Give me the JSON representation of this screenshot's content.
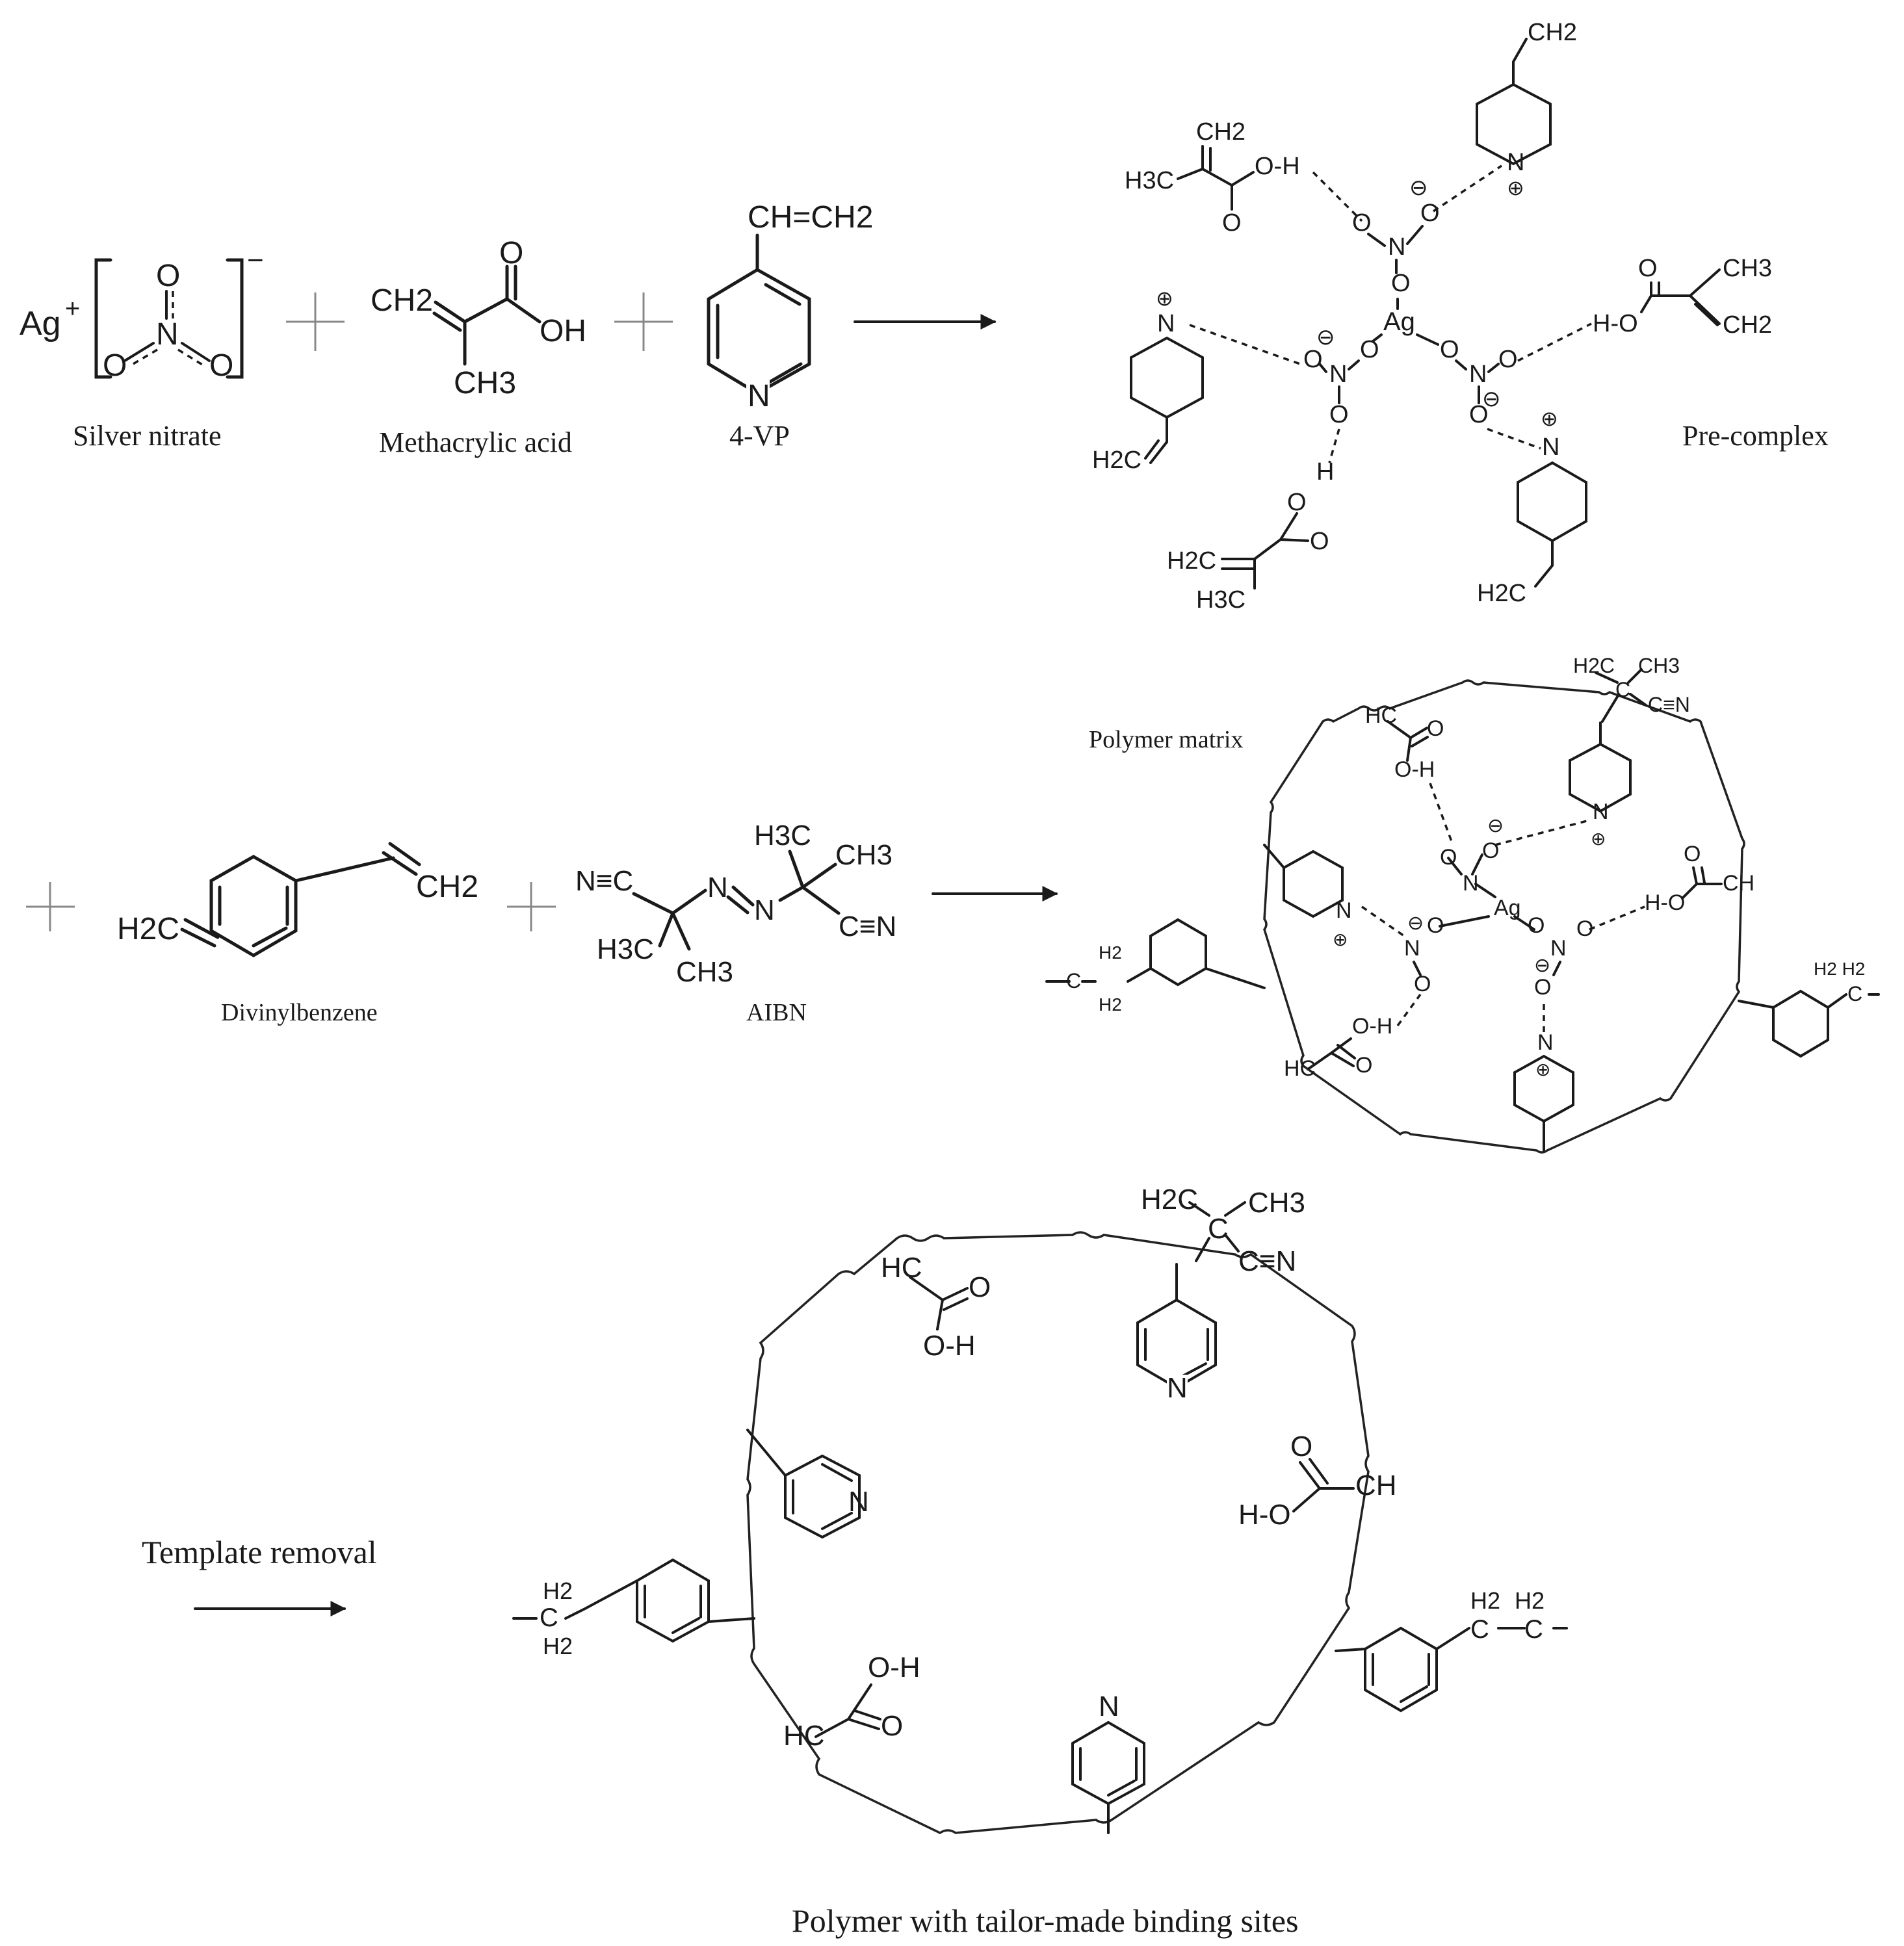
{
  "labels": {
    "silver_nitrate": "Silver nitrate",
    "methacrylic_acid": "Methacrylic acid",
    "vinylpyridine": "4-VP",
    "pre_complex": "Pre-complex",
    "polymer_matrix": "Polymer matrix",
    "divinylbenzene": "Divinylbenzene",
    "aibn": "AIBN",
    "template_removal": "Template removal",
    "final_product": "Polymer with tailor-made binding sites"
  },
  "atoms": {
    "ag_plus": "Ag",
    "ag": "Ag",
    "n": "N",
    "o": "O",
    "oh": "OH",
    "h": "H",
    "hc": "HC",
    "ch": "CH",
    "c": "C",
    "cn": "C≡N",
    "ch2": "CH2",
    "ch3": "CH3",
    "h2c": "H2C",
    "h3c": "H3C",
    "vinyl_ch": "CH=CH2",
    "oh_r": "O-H",
    "h_ol": "H-O",
    "nc": "N≡C",
    "h2": "H2",
    "h2h2": "H2 H2",
    "minus": "−",
    "plus": "+",
    "charge_plus": "⊕",
    "charge_minus": "⊖"
  }
}
